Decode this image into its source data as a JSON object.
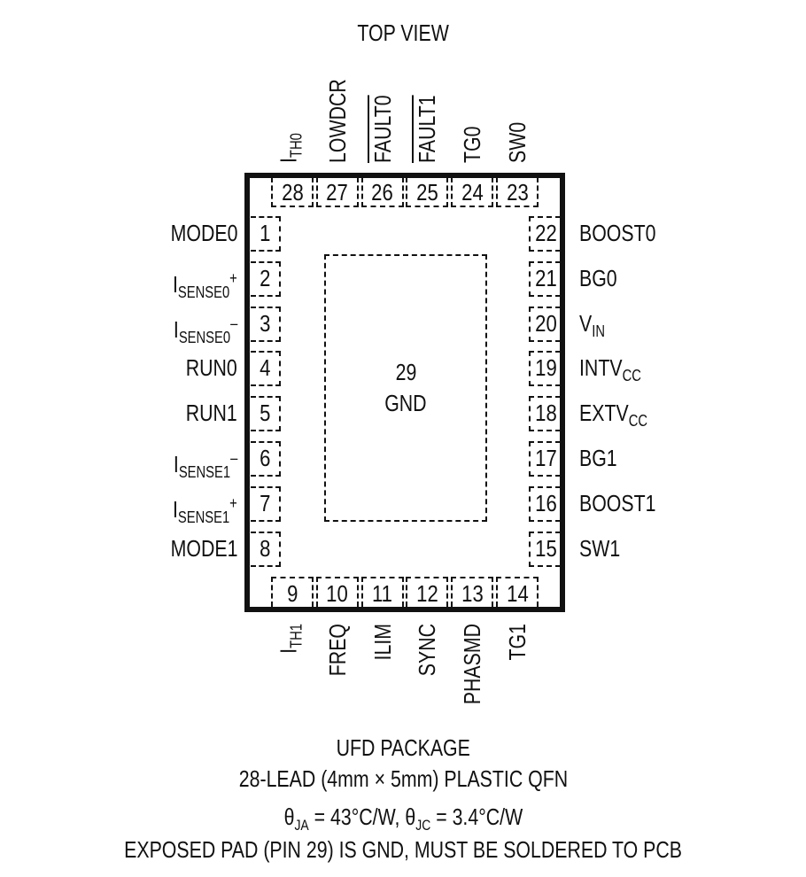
{
  "title": "TOP VIEW",
  "exposed_pad": {
    "number": "29",
    "name": "GND"
  },
  "pins": {
    "left": [
      {
        "num": "1",
        "text": "MODE0"
      },
      {
        "num": "2",
        "text": "I",
        "sub": "SENSE0",
        "sup": "+"
      },
      {
        "num": "3",
        "text": "I",
        "sub": "SENSE0",
        "sup": "–"
      },
      {
        "num": "4",
        "text": "RUN0"
      },
      {
        "num": "5",
        "text": "RUN1"
      },
      {
        "num": "6",
        "text": "I",
        "sub": "SENSE1",
        "sup": "–"
      },
      {
        "num": "7",
        "text": "I",
        "sub": "SENSE1",
        "sup": "+"
      },
      {
        "num": "8",
        "text": "MODE1"
      }
    ],
    "bottom": [
      {
        "num": "9",
        "text": "I",
        "sub": "TH1"
      },
      {
        "num": "10",
        "text": "FREQ"
      },
      {
        "num": "11",
        "text": "ILIM"
      },
      {
        "num": "12",
        "text": "SYNC"
      },
      {
        "num": "13",
        "text": "PHASMD"
      },
      {
        "num": "14",
        "text": "TG1"
      }
    ],
    "right": [
      {
        "num": "22",
        "text": "BOOST0"
      },
      {
        "num": "21",
        "text": "BG0"
      },
      {
        "num": "20",
        "text": "V",
        "sub": "IN"
      },
      {
        "num": "19",
        "text": "INTV",
        "sub": "CC"
      },
      {
        "num": "18",
        "text": "EXTV",
        "sub": "CC"
      },
      {
        "num": "17",
        "text": "BG1"
      },
      {
        "num": "16",
        "text": "BOOST1"
      },
      {
        "num": "15",
        "text": "SW1"
      }
    ],
    "top": [
      {
        "num": "28",
        "text": "I",
        "sub": "TH0"
      },
      {
        "num": "27",
        "text": "LOWDCR"
      },
      {
        "num": "26",
        "text": "FAULT0",
        "overline": true
      },
      {
        "num": "25",
        "text": "FAULT1",
        "overline": true
      },
      {
        "num": "24",
        "text": "TG0"
      },
      {
        "num": "23",
        "text": "SW0"
      }
    ]
  },
  "footer": {
    "package": "UFD PACKAGE",
    "lead": "28-LEAD (4mm × 5mm) PLASTIC QFN",
    "thermal": [
      {
        "t": "θ"
      },
      {
        "sub": "JA"
      },
      {
        "t": " = 43°C/W, θ"
      },
      {
        "sub": "JC"
      },
      {
        "t": " = 3.4°C/W"
      }
    ],
    "note": "EXPOSED PAD (PIN 29) IS GND, MUST BE SOLDERED TO PCB"
  }
}
